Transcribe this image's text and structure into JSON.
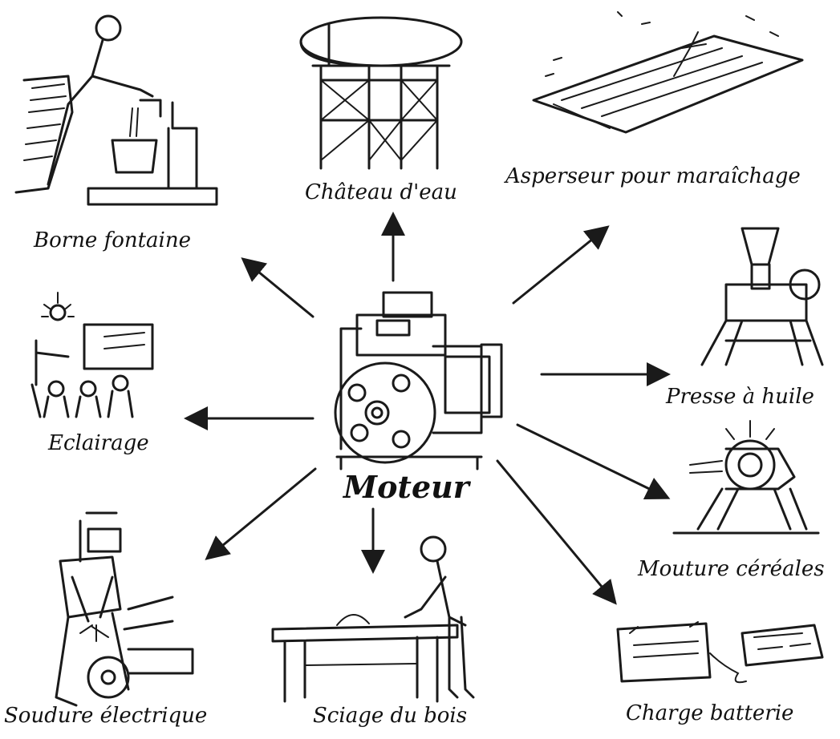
{
  "center": {
    "label": "Moteur",
    "icon": "engine-icon"
  },
  "applications": [
    {
      "key": "borne",
      "label": "Borne fontaine",
      "icon": "water-pump-icon"
    },
    {
      "key": "chateau",
      "label": "Château d'eau",
      "icon": "water-tower-icon"
    },
    {
      "key": "asperseur",
      "label": "Asperseur pour maraîchage",
      "icon": "sprinkler-field-icon"
    },
    {
      "key": "presse",
      "label": "Presse à huile",
      "icon": "oil-press-icon"
    },
    {
      "key": "mouture",
      "label": "Mouture céréales",
      "icon": "grain-mill-icon"
    },
    {
      "key": "charge",
      "label": "Charge batterie",
      "icon": "battery-charger-icon"
    },
    {
      "key": "sciage",
      "label": "Sciage du bois",
      "icon": "saw-table-icon"
    },
    {
      "key": "soudure",
      "label": "Soudure électrique",
      "icon": "welder-icon"
    },
    {
      "key": "eclairage",
      "label": "Eclairage",
      "icon": "lightbulb-icon"
    }
  ]
}
